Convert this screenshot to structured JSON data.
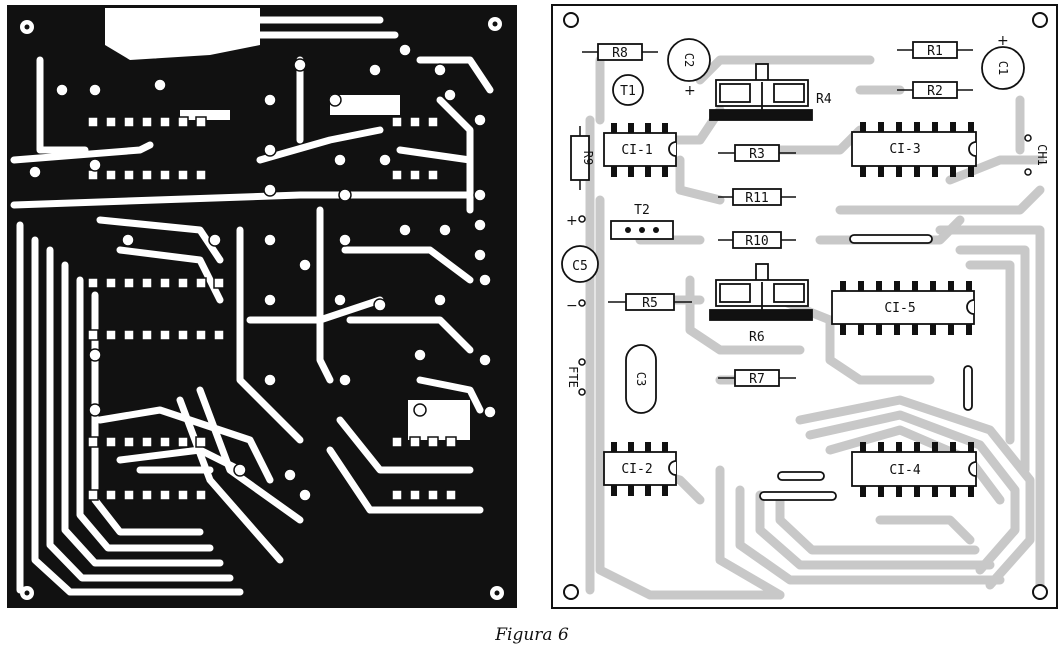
{
  "caption": "Figura 6",
  "colors": {
    "copper": "#111111",
    "board": "#ffffff",
    "trace_shadow": "#c8c8c8",
    "silkscreen": "#111111"
  },
  "components": {
    "ics": [
      {
        "id": "ci1",
        "label": "CI-1"
      },
      {
        "id": "ci2",
        "label": "CI-2"
      },
      {
        "id": "ci3",
        "label": "CI-3"
      },
      {
        "id": "ci4",
        "label": "CI-4"
      },
      {
        "id": "ci5",
        "label": "CI-5"
      }
    ],
    "resistors": [
      {
        "id": "r1",
        "label": "R1"
      },
      {
        "id": "r2",
        "label": "R2"
      },
      {
        "id": "r3",
        "label": "R3"
      },
      {
        "id": "r5",
        "label": "R5"
      },
      {
        "id": "r7",
        "label": "R7"
      },
      {
        "id": "r8",
        "label": "R8"
      },
      {
        "id": "r9",
        "label": "R9"
      },
      {
        "id": "r10",
        "label": "R10"
      },
      {
        "id": "r11",
        "label": "R11"
      }
    ],
    "trimmers": [
      {
        "id": "r4",
        "label": "R4"
      },
      {
        "id": "r6",
        "label": "R6"
      }
    ],
    "capacitors": [
      {
        "id": "c1",
        "label": "C1"
      },
      {
        "id": "c2",
        "label": "C2"
      },
      {
        "id": "c3",
        "label": "C3"
      },
      {
        "id": "c5",
        "label": "C5"
      }
    ],
    "transistors": [
      {
        "id": "t1",
        "label": "T1"
      },
      {
        "id": "t2",
        "label": "T2"
      }
    ],
    "terminals": {
      "ch1": "CH1",
      "fte": "FTE",
      "plus": "+",
      "minus": "−"
    }
  }
}
